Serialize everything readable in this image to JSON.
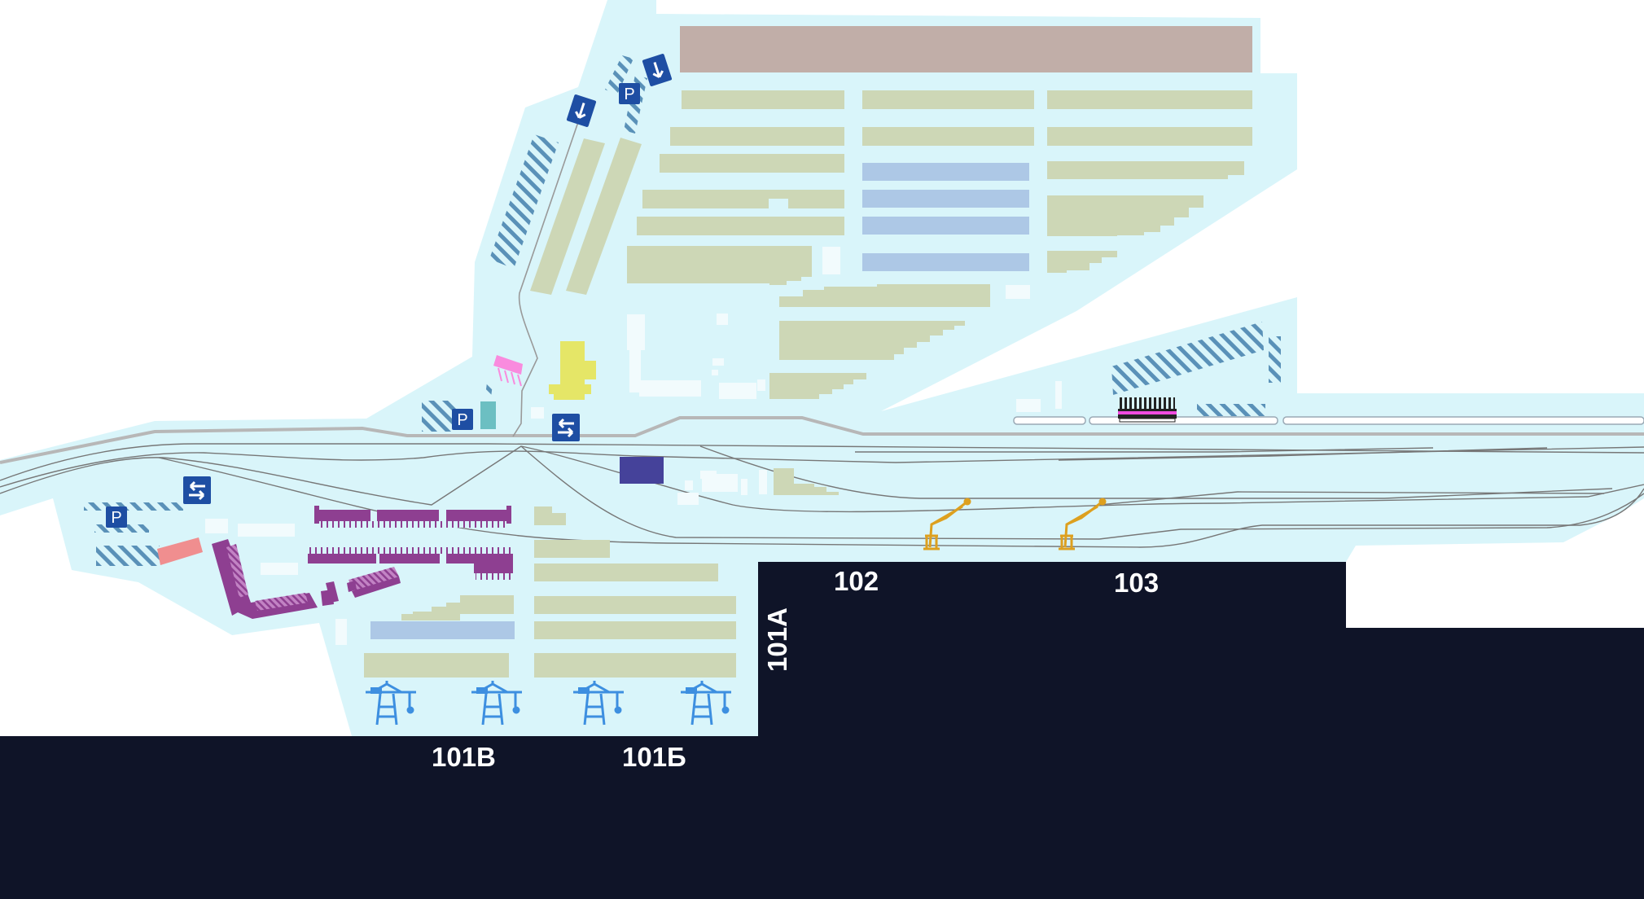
{
  "map": {
    "berths": {
      "b101v": "101В",
      "b101b": "101Б",
      "b101a": "101А",
      "b102": "102",
      "b103": "103"
    },
    "parking_letter": "P",
    "icons": {
      "parking": "parking-icon",
      "two_way": "two-way-traffic-icon",
      "one_way": "one-way-arrow-icon",
      "gantry_crane": "gantry-crane-icon",
      "port_crane": "port-crane-icon"
    },
    "colors": {
      "water": "#0f1428",
      "land": "#d9f5fa",
      "warehouse": "#cdd7b6",
      "storage_blue": "#adc8e6",
      "main_building": "#c1aea8",
      "purple": "#8e3f91",
      "sign_blue": "#1e4ea3",
      "crane_blue": "#3d8fe0",
      "crane_orange": "#dda01f",
      "rail": "#b7b7b7",
      "yellow": "#e5e667",
      "teal": "#6cbfc2",
      "navy_block": "#45429a",
      "pink": "#f98bde",
      "salmon": "#f08e8f"
    }
  }
}
